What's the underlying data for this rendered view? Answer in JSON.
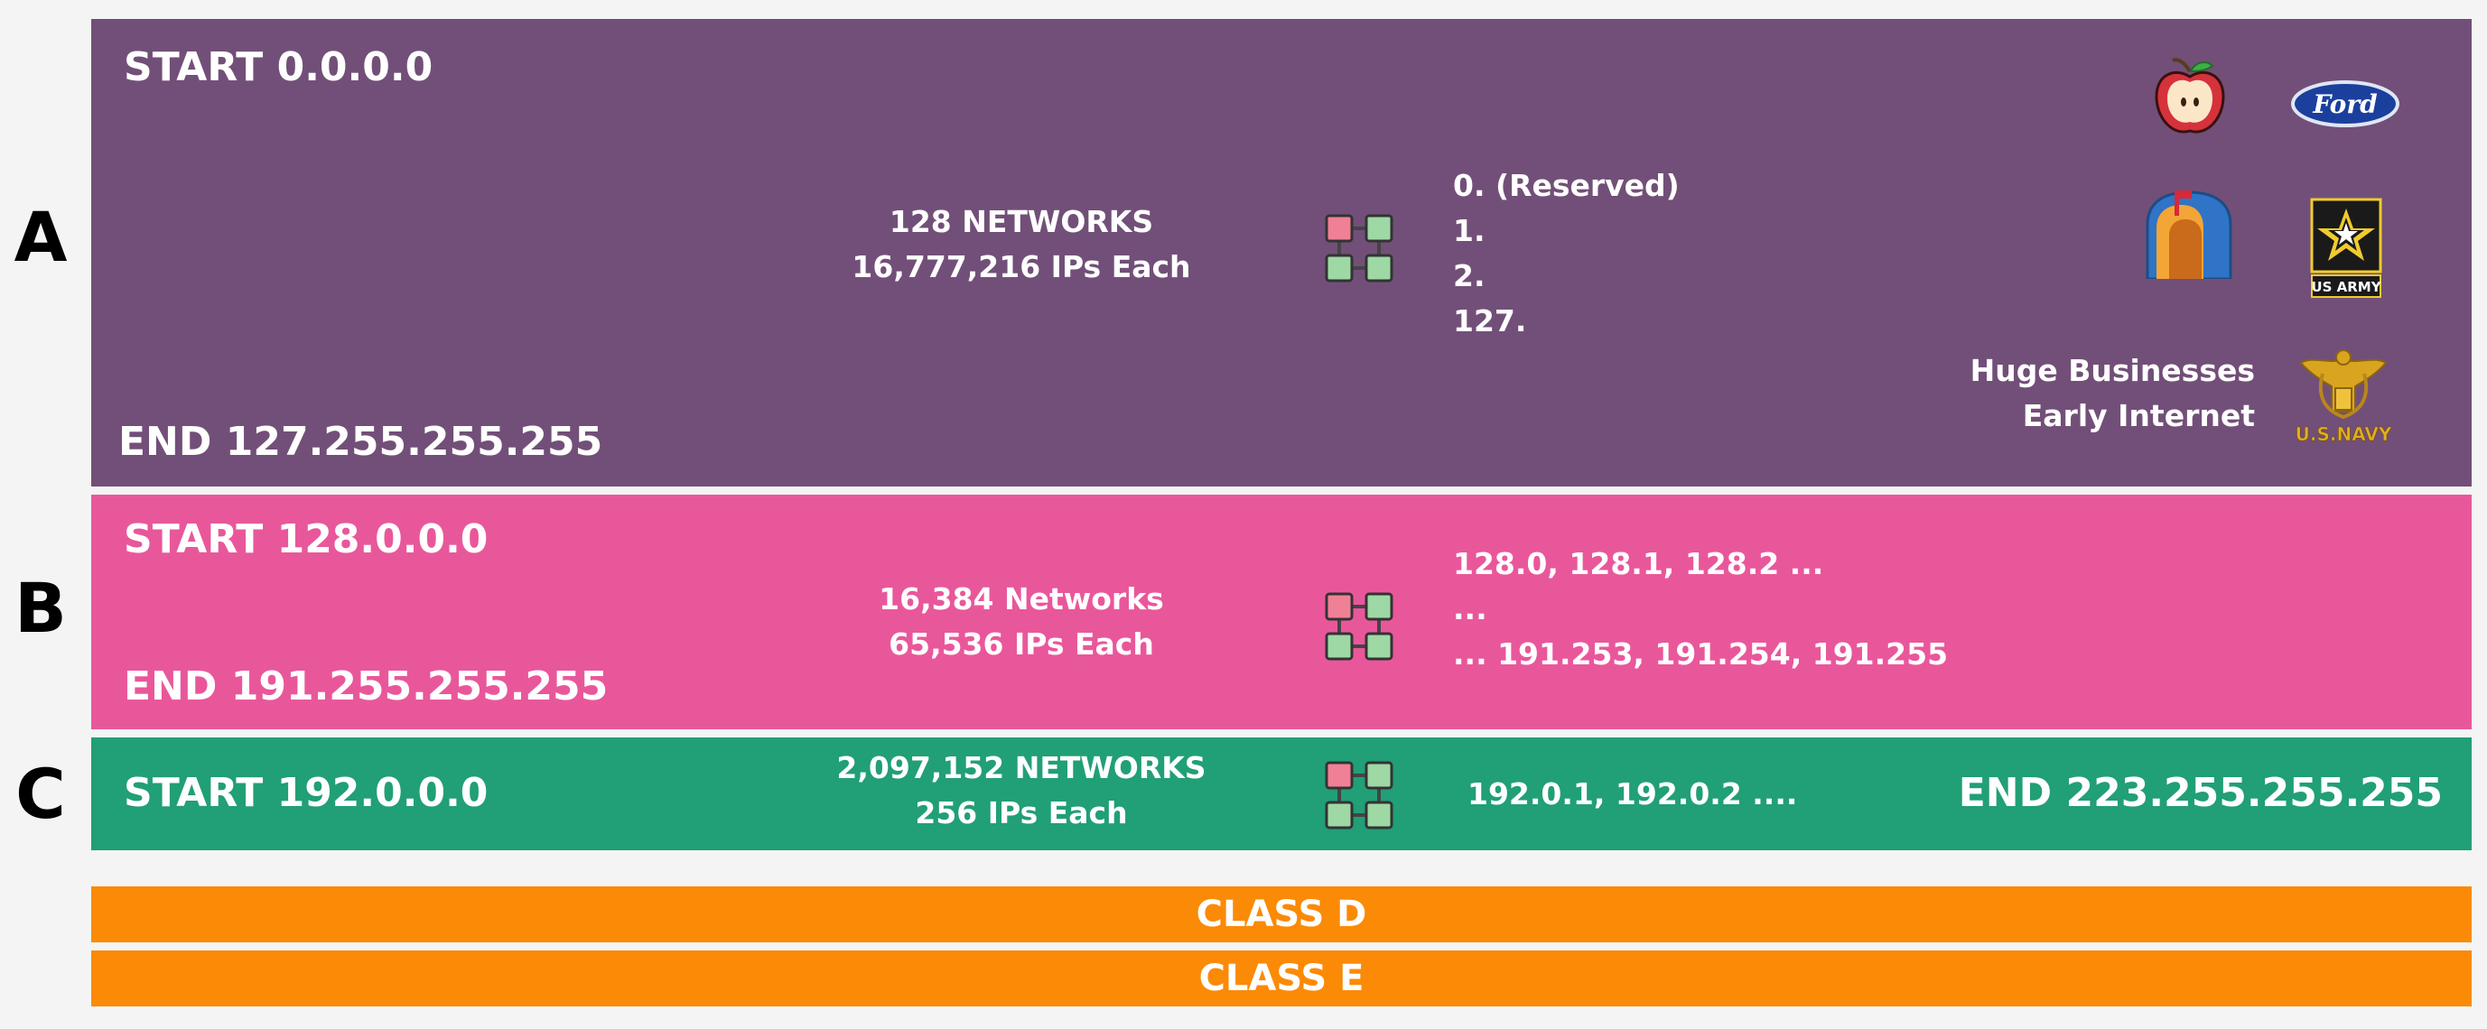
{
  "classes": {
    "a": {
      "letter": "A",
      "start": "START 0.0.0.0",
      "end": "END 127.255.255.255",
      "networks": "128 NETWORKS",
      "ips": "16,777,216 IPs Each",
      "list": [
        "0. (Reserved)",
        "1.",
        "2.",
        "127."
      ],
      "note_line1": "Huge Businesses",
      "note_line2": "Early Internet",
      "logos": {
        "apple": "apple-logo",
        "ford": "Ford",
        "mailbox": "mailbox-icon",
        "army": "US ARMY",
        "navy": "U.S.NAVY"
      },
      "color": "#724f78"
    },
    "b": {
      "letter": "B",
      "start": "START 128.0.0.0",
      "end": "END 191.255.255.255",
      "networks": "16,384 Networks",
      "ips": "65,536 IPs Each",
      "list": [
        "128.0, 128.1, 128.2 ...",
        "...",
        "... 191.253, 191.254, 191.255"
      ],
      "color": "#e9579b"
    },
    "c": {
      "letter": "C",
      "start": "START 192.0.0.0",
      "end": "END 223.255.255.255",
      "networks": "2,097,152 NETWORKS",
      "ips": "256 IPs Each",
      "list": [
        "192.0.1, 192.0.2 ...."
      ],
      "color": "#219f76"
    },
    "d": {
      "label": "CLASS D",
      "color": "#fb8a06"
    },
    "e": {
      "label": "CLASS E",
      "color": "#fb8a06"
    }
  },
  "icons": {
    "network": "network-diagram-icon"
  }
}
